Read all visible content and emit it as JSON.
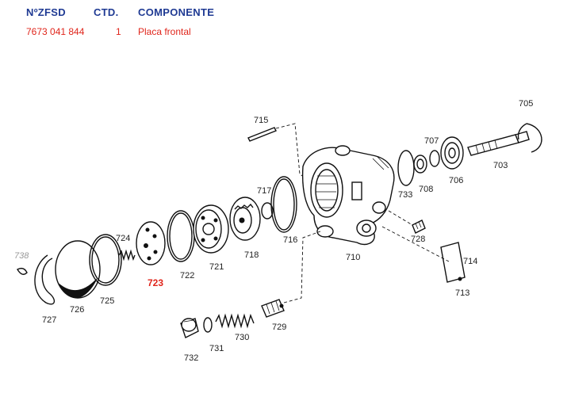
{
  "header": {
    "col_ref": "NºZFSD",
    "col_qty": "CTD.",
    "col_component": "COMPONENTE"
  },
  "row": {
    "ref": "7673 041 844",
    "qty": "1",
    "component": "Placa frontal"
  },
  "highlight_color": "#e0251b",
  "header_color": "#1f3a93",
  "callouts": {
    "c703": "703",
    "c705": "705",
    "c706": "706",
    "c707": "707",
    "c708": "708",
    "c710": "710",
    "c713": "713",
    "c714": "714",
    "c715": "715",
    "c716": "716",
    "c717": "717",
    "c718": "718",
    "c721": "721",
    "c722": "722",
    "c723": "723",
    "c724": "724",
    "c725": "725",
    "c726": "726",
    "c727": "727",
    "c728": "728",
    "c729": "729",
    "c730": "730",
    "c731": "731",
    "c732": "732",
    "c733": "733",
    "c738": "738"
  }
}
